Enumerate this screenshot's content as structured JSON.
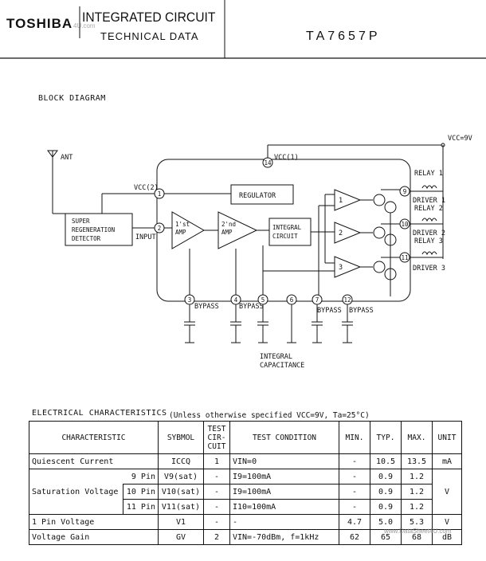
{
  "header": {
    "brand": "TOSHIBA",
    "watermark": "4U.com",
    "title": "INTEGRATED CIRCUIT",
    "subtitle": "TECHNICAL DATA",
    "part_number": "TA7657P"
  },
  "diagram": {
    "heading": "BLOCK DIAGRAM",
    "labels": {
      "vcc_supply": "VCC=9V",
      "ant": "ANT",
      "vcc1": "VCC(1)",
      "vcc2": "VCC(2)",
      "input": "INPUT",
      "superregen": [
        "SUPER",
        "REGENERATION",
        "DETECTOR"
      ],
      "amp1": [
        "1'st",
        "AMP"
      ],
      "amp2": [
        "2'nd",
        "AMP"
      ],
      "integral": [
        "INTEGRAL",
        "CIRCUIT"
      ],
      "regulator": "REGULATOR",
      "relay1": "RELAY 1",
      "driver1": "DRIVER 1",
      "relay2": "RELAY 2",
      "driver2": "DRIVER 2",
      "relay3": "RELAY 3",
      "driver3": "DRIVER 3",
      "bypass": "BYPASS",
      "integral_cap": [
        "INTEGRAL",
        "CAPACITANCE"
      ]
    },
    "pins": [
      "1",
      "2",
      "3",
      "4",
      "5",
      "6",
      "7",
      "9",
      "10",
      "11",
      "12",
      "14"
    ],
    "comparators": [
      "1",
      "2",
      "3"
    ]
  },
  "electrical": {
    "title": "ELECTRICAL CHARACTERISTICS",
    "conditions": "(Unless otherwise specified  VCC=9V, Ta=25°C)",
    "headers": {
      "characteristic": "CHARACTERISTIC",
      "symbol": "SYBMOL",
      "test_circuit": [
        "TEST",
        "CIR-",
        "CUIT"
      ],
      "test_condition": "TEST CONDITION",
      "min": "MIN.",
      "typ": "TYP.",
      "max": "MAX.",
      "unit": "UNIT"
    },
    "rows": {
      "quiescent": {
        "name": "Quiescent Current",
        "symbol": "ICCQ",
        "circuit": "1",
        "condition": "VIN=0",
        "min": "-",
        "typ": "10.5",
        "max": "13.5",
        "unit": "mA"
      },
      "saturation_name": "Saturation Voltage",
      "sat_unit": "V",
      "sat9": {
        "pin": "9 Pin",
        "symbol": "V9(sat)",
        "circuit": "-",
        "condition": "I9=100mA",
        "min": "-",
        "typ": "0.9",
        "max": "1.2"
      },
      "sat10": {
        "pin": "10 Pin",
        "symbol": "V10(sat)",
        "circuit": "-",
        "condition": "I9=100mA",
        "min": "-",
        "typ": "0.9",
        "max": "1.2"
      },
      "sat11": {
        "pin": "11 Pin",
        "symbol": "V11(sat)",
        "circuit": "-",
        "condition": "I10=100mA",
        "min": "-",
        "typ": "0.9",
        "max": "1.2"
      },
      "pin1": {
        "name": "1 Pin Voltage",
        "symbol": "V1",
        "circuit": "-",
        "condition": "-",
        "min": "4.7",
        "typ": "5.0",
        "max": "5.3",
        "unit": "V"
      },
      "gain": {
        "name": "Voltage Gain",
        "symbol": "GV",
        "circuit": "2",
        "condition": "VIN=-70dBm, f=1kHz",
        "min": "62",
        "typ": "65",
        "max": "68",
        "unit": "dB"
      }
    },
    "footer_watermark": "www.DataSheet4U.com"
  }
}
